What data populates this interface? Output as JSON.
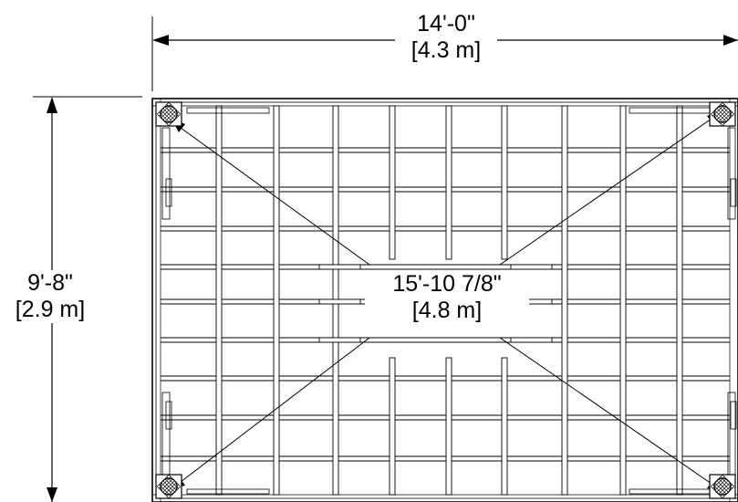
{
  "dimensions": {
    "width": {
      "imperial": "14'-0\"",
      "metric": "[4.3 m]"
    },
    "height": {
      "imperial": "9'-8\"",
      "metric": "[2.9 m]"
    },
    "diagonal": {
      "imperial": "15'-10 7/8\"",
      "metric": "[4.8 m]"
    }
  },
  "colors": {
    "line": "#000000",
    "background": "#ffffff"
  }
}
